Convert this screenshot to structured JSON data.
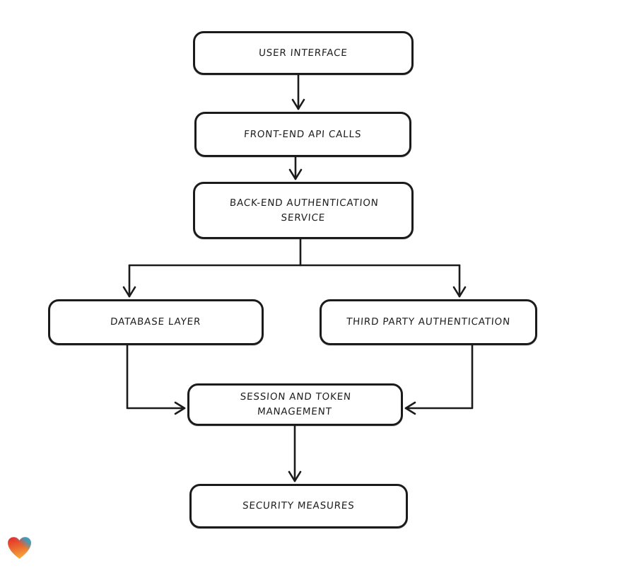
{
  "diagram": {
    "type": "flowchart",
    "style": "hand-drawn",
    "nodes": [
      {
        "id": "user-interface",
        "label": "USER INTERFACE"
      },
      {
        "id": "front-end-api-calls",
        "label": "FRONT-END API CALLS"
      },
      {
        "id": "back-end-auth-service",
        "label": "BACK-END AUTHENTICATION SERVICE"
      },
      {
        "id": "database-layer",
        "label": "DATABASE LAYER"
      },
      {
        "id": "third-party-auth",
        "label": "THIRD PARTY AUTHENTICATION"
      },
      {
        "id": "session-token-mgmt",
        "label": "SESSION AND TOKEN MANAGEMENT"
      },
      {
        "id": "security-measures",
        "label": "SECURITY MEASURES"
      }
    ],
    "edges": [
      {
        "from": "user-interface",
        "to": "front-end-api-calls"
      },
      {
        "from": "front-end-api-calls",
        "to": "back-end-auth-service"
      },
      {
        "from": "back-end-auth-service",
        "to": "database-layer"
      },
      {
        "from": "back-end-auth-service",
        "to": "third-party-auth"
      },
      {
        "from": "database-layer",
        "to": "session-token-mgmt"
      },
      {
        "from": "third-party-auth",
        "to": "session-token-mgmt"
      },
      {
        "from": "session-token-mgmt",
        "to": "security-measures"
      }
    ],
    "colors": {
      "stroke": "#1b1b1b",
      "node_fill": "#ffffff",
      "background": "#ffffff"
    }
  },
  "branding": {
    "logo": "heart-gradient-logo",
    "colors": {
      "red": "#e3272b",
      "blue": "#28a7e0",
      "orange": "#f79e38"
    }
  }
}
